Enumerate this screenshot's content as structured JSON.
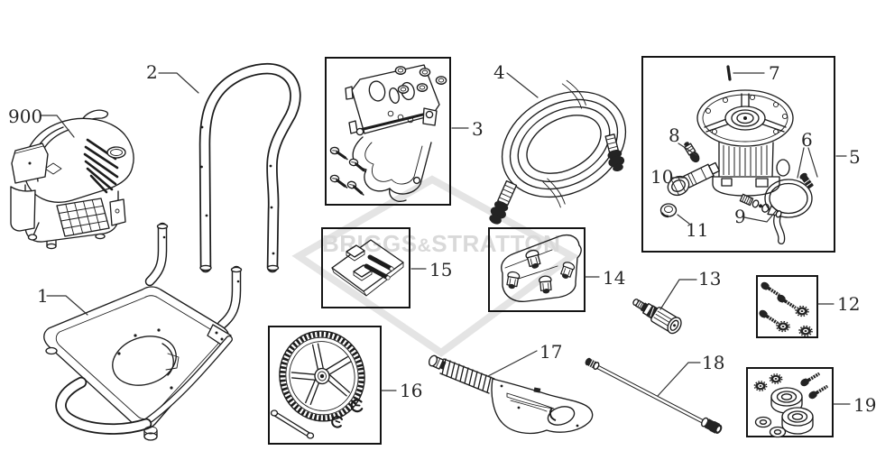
{
  "diagram": {
    "type": "exploded-parts-diagram",
    "subject": "pressure washer",
    "watermark": {
      "left": "BRIGGS",
      "amp": "&",
      "right": "STRATTON"
    },
    "colors": {
      "background": "#ffffff",
      "line_art": "#1c1c1c",
      "callout_text": "#262626",
      "watermark_gray": "#d9d9d9"
    },
    "parts": [
      {
        "callout": "900",
        "name": "engine"
      },
      {
        "callout": "1",
        "name": "frame-base"
      },
      {
        "callout": "2",
        "name": "handle"
      },
      {
        "callout": "3",
        "name": "panel-bracket-kit"
      },
      {
        "callout": "4",
        "name": "high-pressure-hose"
      },
      {
        "callout": "5",
        "name": "pump-assembly"
      },
      {
        "callout": "6",
        "name": "thermal-relief-tube"
      },
      {
        "callout": "7",
        "name": "key-pin"
      },
      {
        "callout": "8",
        "name": "outlet-fitting"
      },
      {
        "callout": "9",
        "name": "seal-kit"
      },
      {
        "callout": "10",
        "name": "inlet-adapter"
      },
      {
        "callout": "11",
        "name": "inlet-cap"
      },
      {
        "callout": "12",
        "name": "bolt-and-nut-kit"
      },
      {
        "callout": "13",
        "name": "nozzle-coupler"
      },
      {
        "callout": "14",
        "name": "nozzle-kit-bag"
      },
      {
        "callout": "15",
        "name": "hardware-bag"
      },
      {
        "callout": "16",
        "name": "wheel-kit"
      },
      {
        "callout": "17",
        "name": "spray-gun"
      },
      {
        "callout": "18",
        "name": "spray-wand"
      },
      {
        "callout": "19",
        "name": "isolator-mount-kit"
      }
    ]
  }
}
